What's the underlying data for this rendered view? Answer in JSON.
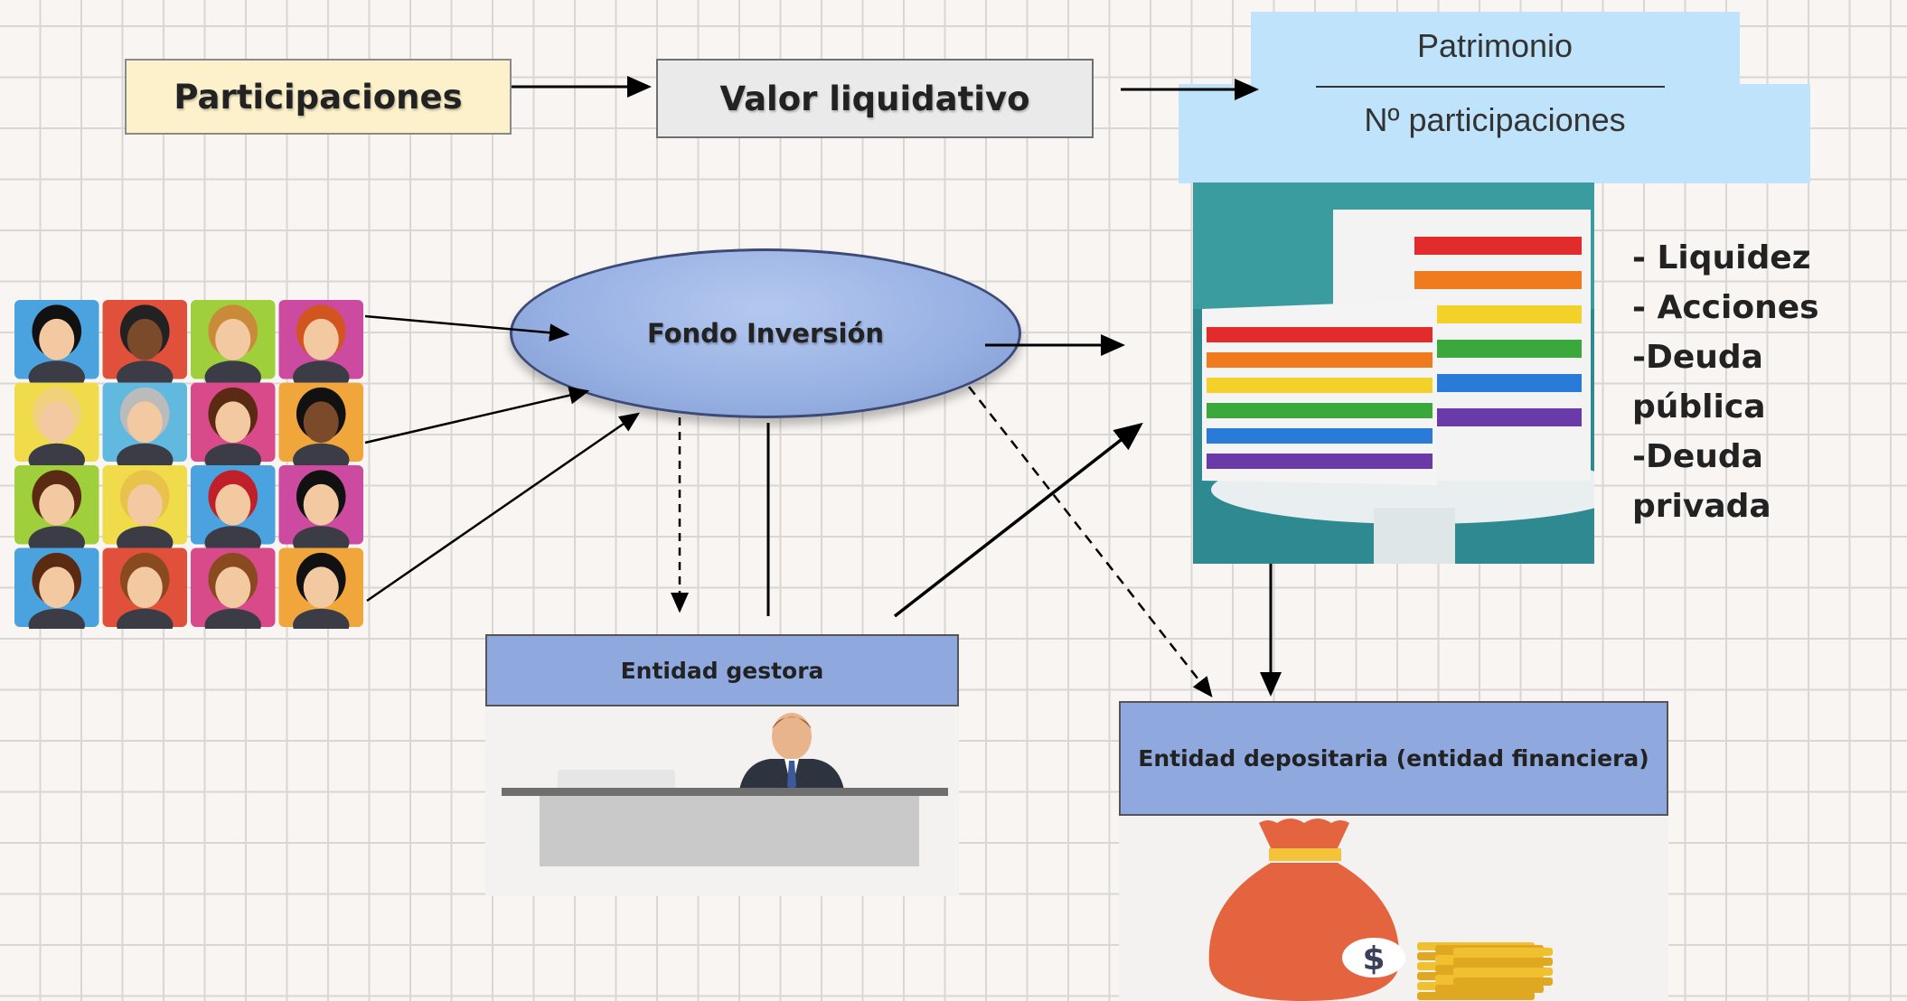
{
  "nodes": {
    "participaciones": "Participaciones",
    "valor_liquidativo": "Valor liquidativo",
    "formula_numerator": "Patrimonio",
    "formula_denominator": "Nº participaciones",
    "fondo_inversion": "Fondo Inversión",
    "entidad_gestora": "Entidad gestora",
    "entidad_depositaria": "Entidad depositaria (entidad financiera)"
  },
  "asset_list": [
    "- Liquidez",
    "- Acciones",
    "-Deuda pública",
    "-Deuda privada"
  ],
  "money_symbol": "$",
  "colors": {
    "participaciones_fill": "#fdf1cc",
    "valor_fill": "#eaeaea",
    "formula_fill": "#bfe3fb",
    "blue_box_fill": "#8fa9de",
    "cake_background": "#2e8a90"
  },
  "icons": [
    "people-avatars-grid",
    "cake-image",
    "office-desk-person-icon",
    "money-bag-icon"
  ]
}
